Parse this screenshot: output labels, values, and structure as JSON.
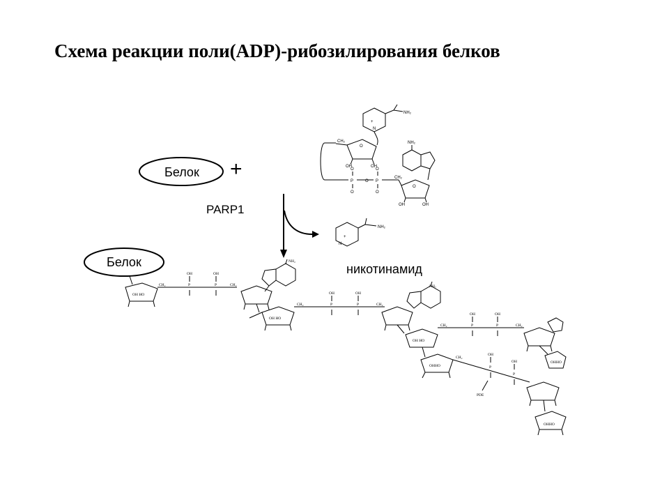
{
  "slide": {
    "title": "Схема реакции поли(ADP)-рибозилирования белков"
  },
  "diagram": {
    "substrate_label": "Белок",
    "plus_sign": "+",
    "enzyme_label": "PARP1",
    "product_protein_label": "Белок",
    "byproduct_label": "никотинамид",
    "pde_label": "PDE",
    "nh2": "NH₂",
    "nh2_chain": "NH₇",
    "oh": "OH",
    "oh_ho": "OH HO",
    "oh_ho_ring": "OHHO",
    "ch2": "CH₂",
    "p": "P",
    "o": "O"
  }
}
